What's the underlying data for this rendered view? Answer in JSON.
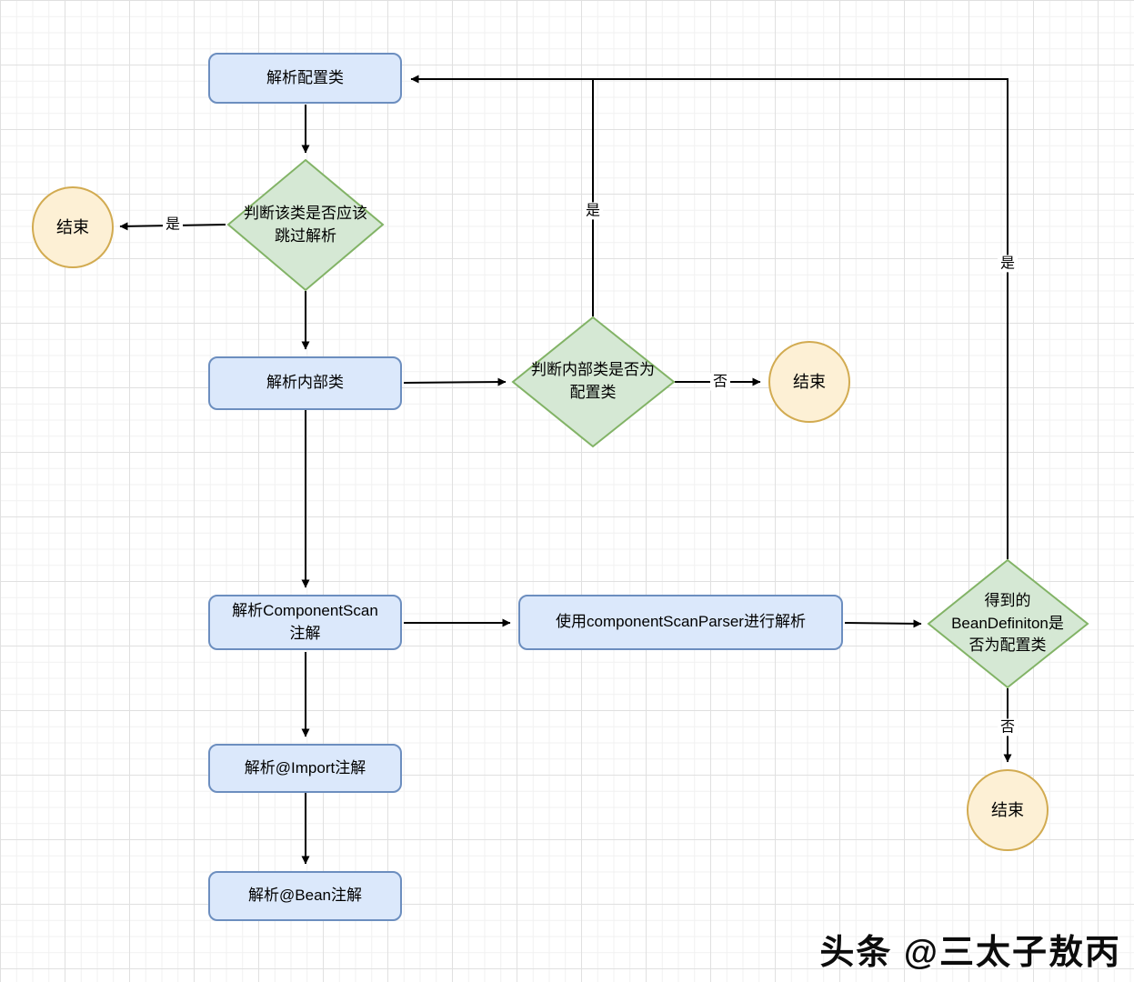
{
  "colors": {
    "process_fill": "#dbe8fb",
    "process_border": "#6c8ebf",
    "decision_fill": "#d5e8d4",
    "decision_border": "#82b366",
    "terminal_fill": "#fdf0d5",
    "terminal_border": "#d2ab51",
    "edge": "#000000",
    "grid_minor": "#f1f1f1",
    "grid_major": "#e0e0e0"
  },
  "nodes": {
    "parse_config": {
      "label": "解析配置类"
    },
    "skip_decision": {
      "label": "判断该类是否应该\n跳过解析"
    },
    "end_left": {
      "label": "结束"
    },
    "parse_inner": {
      "label": "解析内部类"
    },
    "inner_decision": {
      "label": "判断内部类是否为\n配置类"
    },
    "end_mid": {
      "label": "结束"
    },
    "parse_component_scan": {
      "label": "解析ComponentScan\n注解"
    },
    "use_parser": {
      "label": "使用componentScanParser进行解析"
    },
    "bean_decision": {
      "label": "得到的\nBeanDefiniton是\n否为配置类"
    },
    "end_bottom": {
      "label": "结束"
    },
    "parse_import": {
      "label": "解析@Import注解"
    },
    "parse_bean": {
      "label": "解析@Bean注解"
    }
  },
  "edge_labels": {
    "skip_yes": "是",
    "inner_yes": "是",
    "inner_no": "否",
    "bean_yes": "是",
    "bean_no": "否"
  },
  "watermark": "头条 @三太子敖丙"
}
